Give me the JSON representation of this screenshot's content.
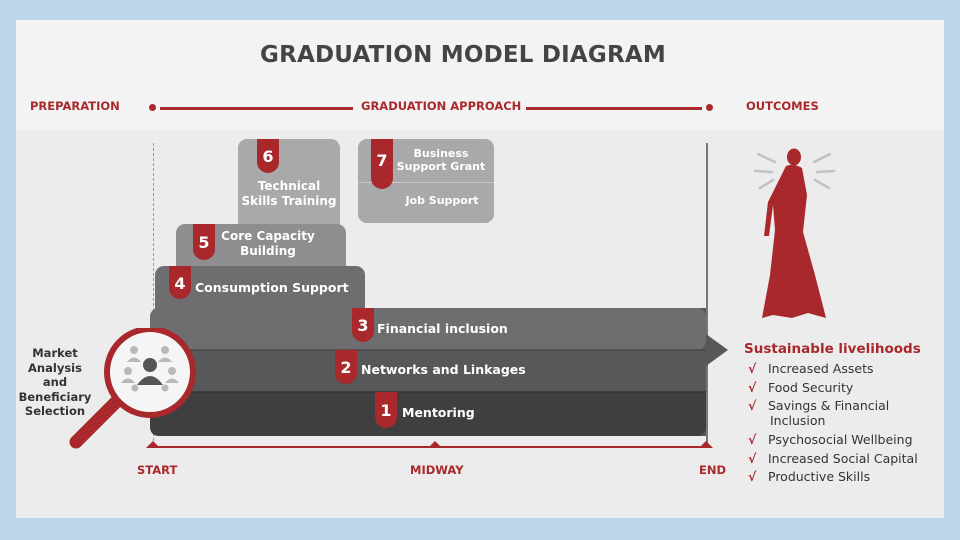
{
  "title": "GRADUATION MODEL DIAGRAM",
  "headers": {
    "preparation": "PREPARATION",
    "approach": "GRADUATION APPROACH",
    "outcomes": "OUTCOMES"
  },
  "axis": {
    "start": "START",
    "midway": "MIDWAY",
    "end": "END"
  },
  "market": {
    "label_lines": [
      "Market",
      "Analysis and",
      "Beneficiary",
      "Selection"
    ]
  },
  "steps": {
    "s1": {
      "num": "1",
      "label": "Mentoring"
    },
    "s2": {
      "num": "2",
      "label": "Networks and Linkages"
    },
    "s3": {
      "num": "3",
      "label": "Financial inclusion"
    },
    "s4": {
      "num": "4",
      "label": "Consumption Support"
    },
    "s5": {
      "num": "5",
      "label_lines": [
        "Core Capacity",
        "Building"
      ]
    },
    "s6": {
      "num": "6",
      "label_lines": [
        "Technical",
        "Skills Training"
      ]
    },
    "s7": {
      "num": "7",
      "label_lines": [
        "Business",
        "Support Grant"
      ],
      "sub": "Job Support"
    }
  },
  "results": {
    "title": "Sustainable livelihoods",
    "check": "√",
    "items": [
      [
        "Increased Assets"
      ],
      [
        "Food Security"
      ],
      [
        "Savings & Financial",
        "Inclusion"
      ],
      [
        "Psychosocial Wellbeing"
      ],
      [
        "Increased Social Capital"
      ],
      [
        "Productive Skills"
      ]
    ]
  },
  "colors": {
    "accent": "#a8282c",
    "dark": "#3f3f41",
    "mid": "#58585a",
    "gray": "#6e6e70",
    "light": "#8e8e90",
    "pale": "#a9a9ab"
  },
  "icons": [
    "magnifying-glass-icon",
    "people-icon",
    "woman-figure-icon"
  ]
}
